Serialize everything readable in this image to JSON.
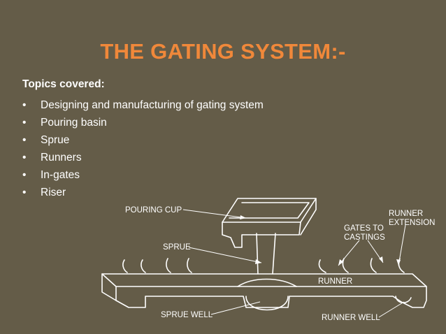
{
  "slide": {
    "title": "THE GATING SYSTEM:-",
    "topics_heading": "Topics covered:",
    "bullet_glyph": "•",
    "topics": [
      "Designing and manufacturing of gating system",
      "Pouring basin",
      "Sprue",
      "Runners",
      "In-gates",
      "Riser"
    ]
  },
  "diagram": {
    "labels": {
      "pouring_cup": "POURING CUP",
      "sprue": "SPRUE",
      "sprue_well": "SPRUE WELL",
      "runner": "RUNNER",
      "runner_well": "RUNNER WELL",
      "gates_line1": "GATES TO",
      "gates_line2": "CASTINGS",
      "runner_ext_line1": "RUNNER",
      "runner_ext_line2": "EXTENSION"
    }
  },
  "colors": {
    "background": "#645c48",
    "title": "#f0883a",
    "text": "#ffffff"
  }
}
